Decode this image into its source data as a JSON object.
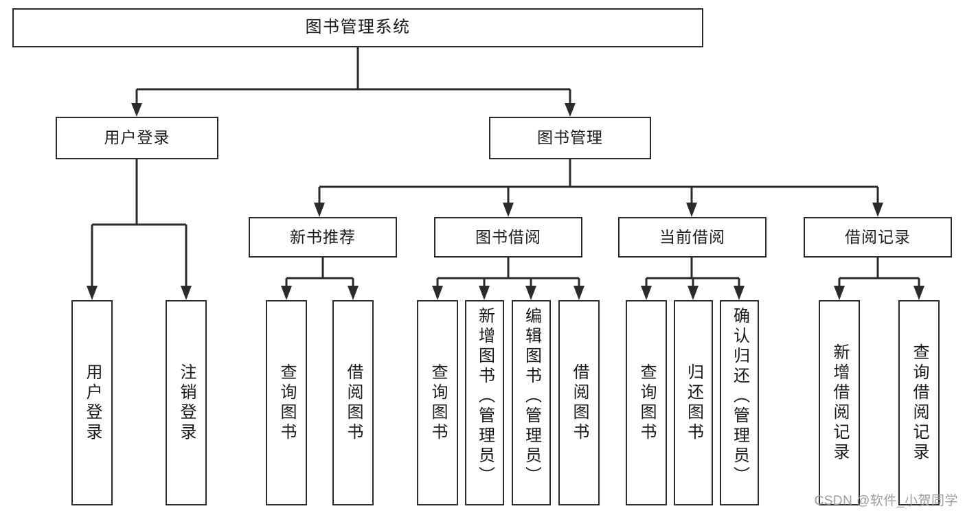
{
  "diagram": {
    "title": "图书管理系统",
    "type": "tree-hierarchy-chart",
    "orientation": "top-down",
    "colors": {
      "box_border": "#2b2b2b",
      "box_fill": "#ffffff",
      "connector": "#2b2b2b",
      "text": "#1a1a1a",
      "watermark": "#9b9b9b",
      "background": "#ffffff"
    }
  },
  "root": {
    "label": "图书管理系统"
  },
  "level2": [
    {
      "label": "用户登录"
    },
    {
      "label": "图书管理"
    }
  ],
  "level3": [
    {
      "label": "新书推荐"
    },
    {
      "label": "图书借阅"
    },
    {
      "label": "当前借阅"
    },
    {
      "label": "借阅记录"
    }
  ],
  "leaves": {
    "user_login": [
      {
        "label": "用户登录"
      },
      {
        "label": "注销登录"
      }
    ],
    "new_book_recommend": [
      {
        "label": "查询图书"
      },
      {
        "label": "借阅图书"
      }
    ],
    "book_borrow": [
      {
        "label": "查询图书"
      },
      {
        "label": "新增图书（管理员）"
      },
      {
        "label": "编辑图书（管理员）"
      },
      {
        "label": "借阅图书"
      }
    ],
    "current_borrow": [
      {
        "label": "查询图书"
      },
      {
        "label": "归还图书"
      },
      {
        "label": "确认归还（管理员）"
      }
    ],
    "borrow_record": [
      {
        "label": "新增借阅记录"
      },
      {
        "label": "查询借阅记录"
      }
    ]
  },
  "watermark": {
    "text": "CSDN @软件_小贺同学"
  }
}
